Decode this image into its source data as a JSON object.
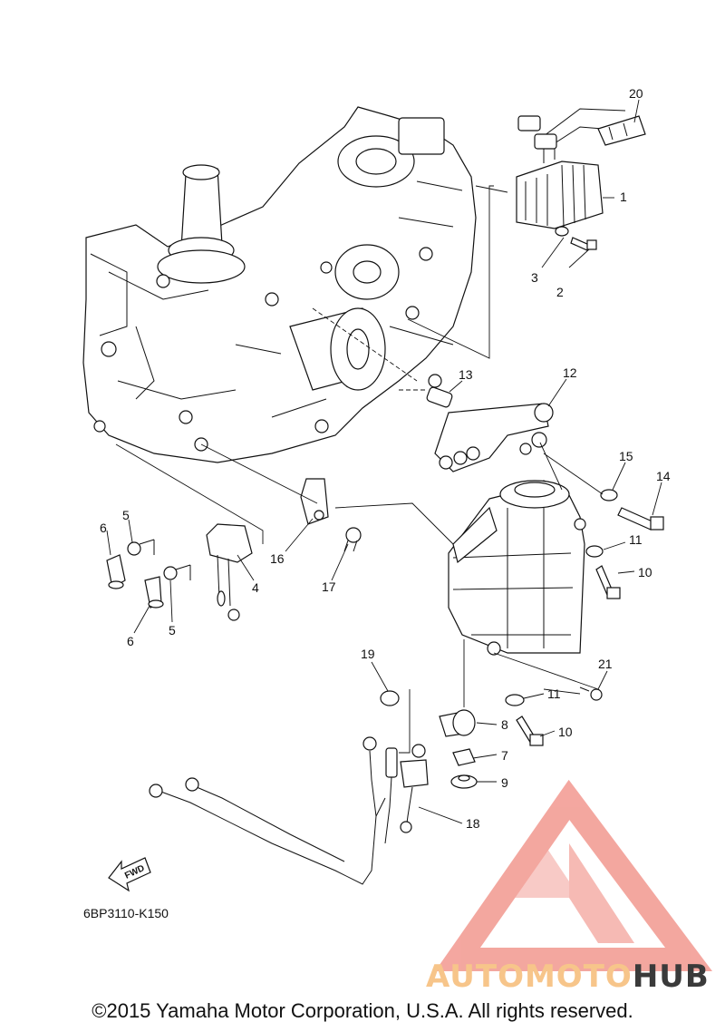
{
  "diagram": {
    "drawing_code": "6BP3110-K150",
    "fwd_label": "FWD",
    "copyright": "©2015 Yamaha Motor Corporation, U.S.A. All rights reserved.",
    "watermark": {
      "text_part1": "AUTOMOTO",
      "text_part2": "HUB",
      "color_primary": "#f08a80",
      "color_accent": "#f7c58a",
      "color_dark": "#3a3a3a"
    },
    "callouts": [
      "1",
      "2",
      "3",
      "4",
      "5",
      "5",
      "6",
      "6",
      "7",
      "8",
      "9",
      "10",
      "10",
      "11",
      "11",
      "12",
      "13",
      "14",
      "15",
      "16",
      "17",
      "18",
      "19",
      "20",
      "21"
    ]
  }
}
